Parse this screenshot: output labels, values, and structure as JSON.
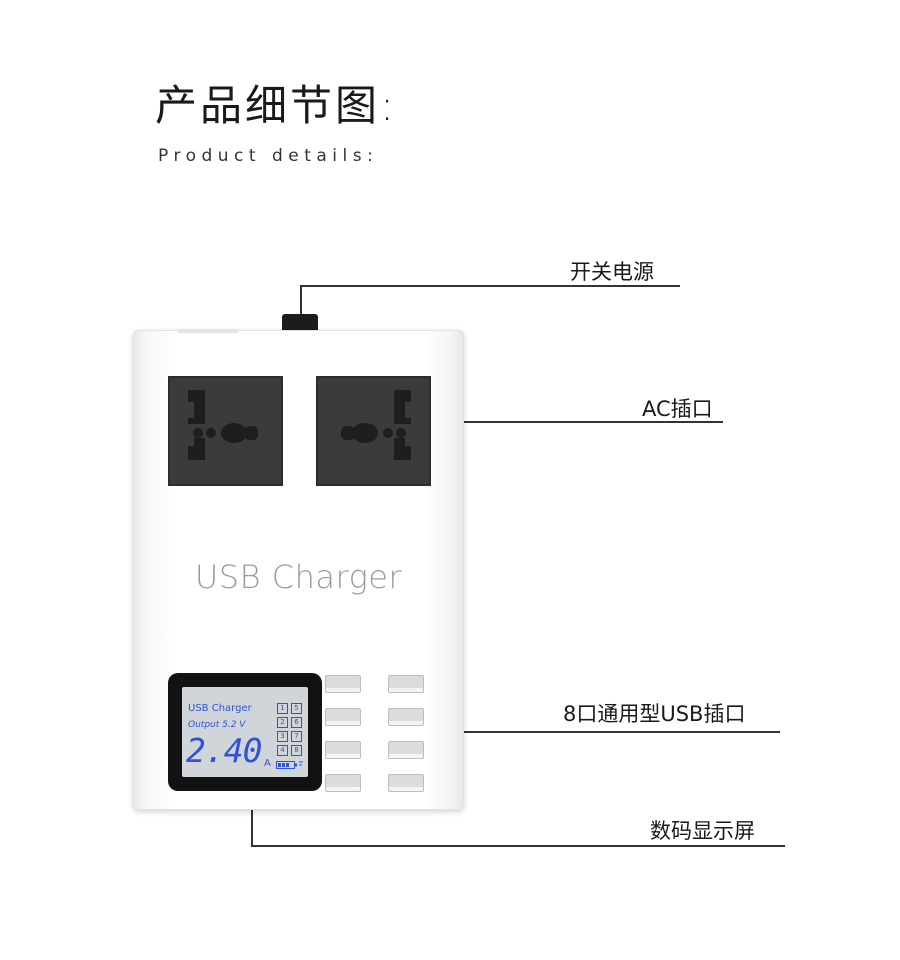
{
  "header": {
    "title_cn": "产品细节图:",
    "title_en": "Product details:"
  },
  "device": {
    "brand_text": "USB Charger",
    "lcd": {
      "title": "USB Charger",
      "output": "Output 5.2 V",
      "current": "2.40",
      "unit": "A",
      "port_numbers": [
        "1",
        "5",
        "2",
        "6",
        "3",
        "7",
        "4",
        "8"
      ]
    }
  },
  "callouts": {
    "power_switch": "开关电源",
    "ac_socket": "AC插口",
    "usb_ports": "8口通用型USB插口",
    "display": "数码显示屏"
  },
  "colors": {
    "socket": "#3b3b3b",
    "lcd_text": "#2f53d8",
    "lcd_bg": "#cfd5d9"
  }
}
